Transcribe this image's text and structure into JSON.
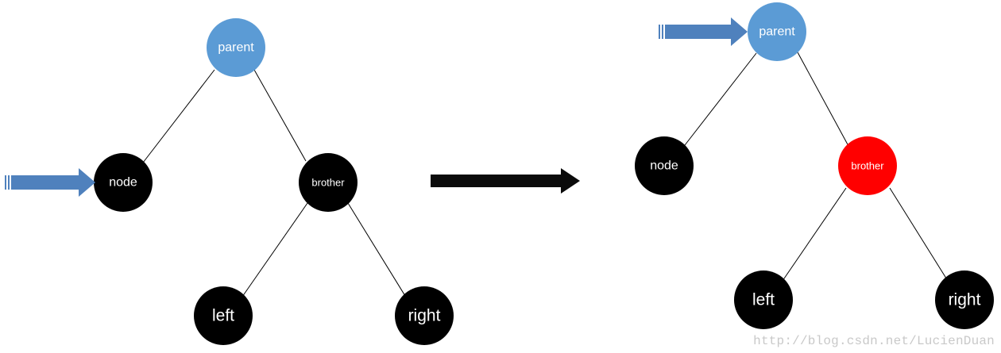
{
  "colors": {
    "black_node": "#000000",
    "blue_node": "#5b9bd5",
    "red_node": "#ff0000",
    "pointer_arrow": "#4f81bd",
    "transition_arrow": "#0b0b0b"
  },
  "before": {
    "nodes": {
      "parent": {
        "label": "parent",
        "color": "blue"
      },
      "node": {
        "label": "node",
        "color": "black"
      },
      "brother": {
        "label": "brother",
        "color": "black"
      },
      "left": {
        "label": "left",
        "color": "black"
      },
      "right": {
        "label": "right",
        "color": "black"
      }
    },
    "pointer_target": "node"
  },
  "after": {
    "nodes": {
      "parent": {
        "label": "parent",
        "color": "blue"
      },
      "node": {
        "label": "node",
        "color": "black"
      },
      "brother": {
        "label": "brother",
        "color": "red"
      },
      "left": {
        "label": "left",
        "color": "black"
      },
      "right": {
        "label": "right",
        "color": "black"
      }
    },
    "pointer_target": "parent"
  },
  "watermark": "http://blog.csdn.net/LucienDuan"
}
